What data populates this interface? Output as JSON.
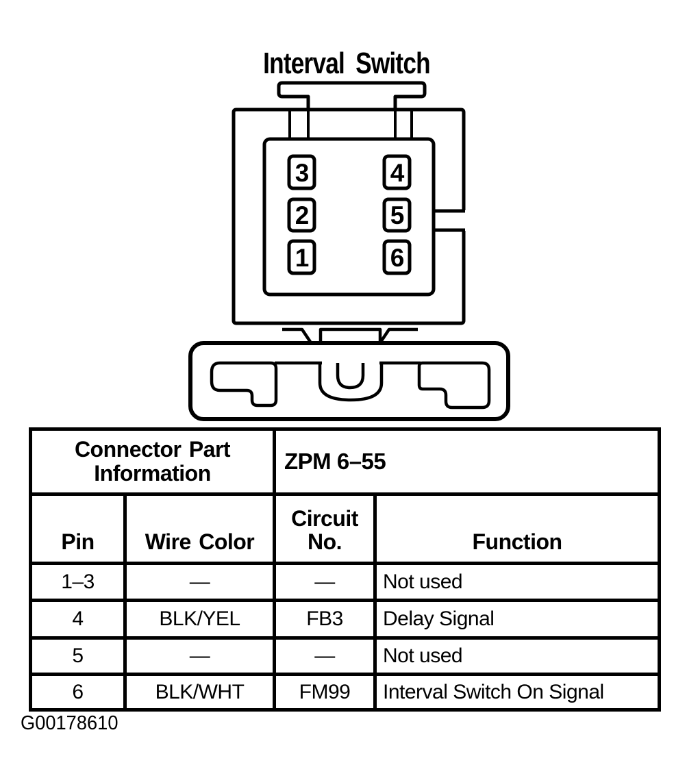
{
  "title": "Interval Switch",
  "figure_code": "G00178610",
  "colors": {
    "ink": "#000000",
    "paper": "#ffffff"
  },
  "connector": {
    "name": "Interval Switch connector, 6-pin, face view",
    "pins": [
      {
        "label": "3"
      },
      {
        "label": "4"
      },
      {
        "label": "2"
      },
      {
        "label": "5"
      },
      {
        "label": "1"
      },
      {
        "label": "6"
      }
    ]
  },
  "table": {
    "part_info_label": "Connector Part Information",
    "part_number": "ZPM 6–55",
    "columns": [
      "Pin",
      "Wire Color",
      "Circuit No.",
      "Function"
    ],
    "rows": [
      {
        "pin": "1–3",
        "wire_color": "—",
        "circuit_no": "—",
        "function": "Not used"
      },
      {
        "pin": "4",
        "wire_color": "BLK/YEL",
        "circuit_no": "FB3",
        "function": "Delay Signal"
      },
      {
        "pin": "5",
        "wire_color": "—",
        "circuit_no": "—",
        "function": "Not used"
      },
      {
        "pin": "6",
        "wire_color": "BLK/WHT",
        "circuit_no": "FM99",
        "function": "Interval Switch On Signal"
      }
    ]
  }
}
